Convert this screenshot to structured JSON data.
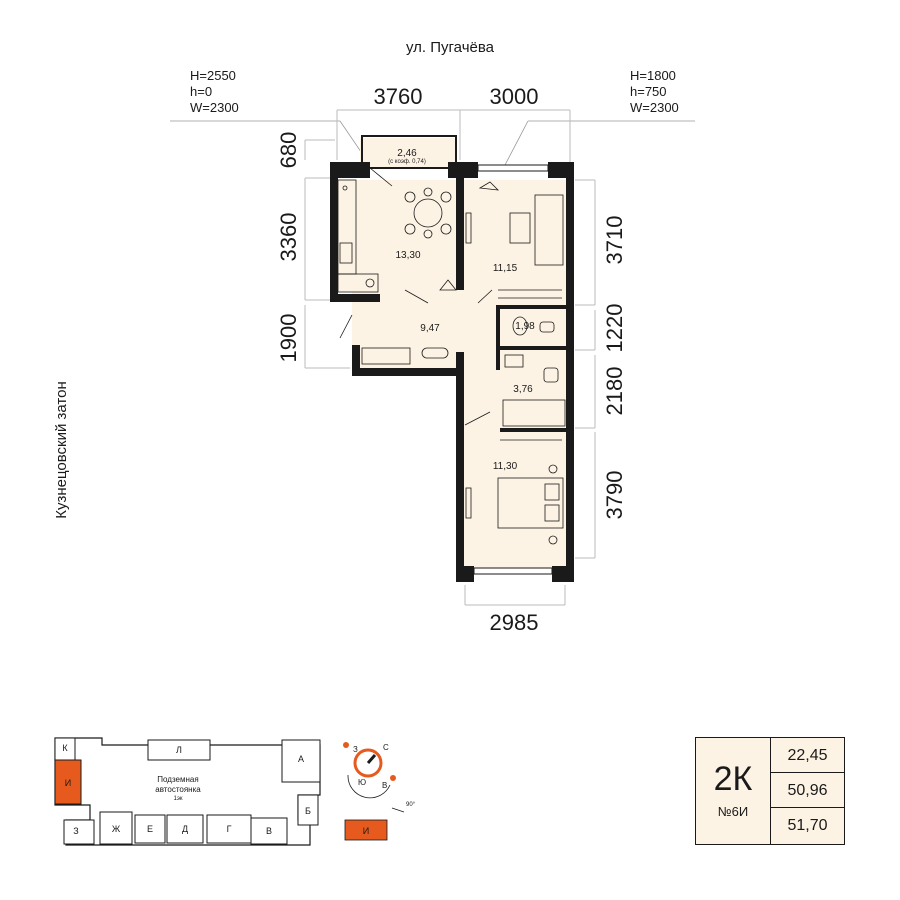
{
  "street": "ул. Пугачёва",
  "side_label": "Кузнецовский затон",
  "openings": {
    "left": [
      "H=2550",
      "h=0",
      "W=2300"
    ],
    "right": [
      "H=1800",
      "h=750",
      "W=2300"
    ]
  },
  "dimensions": {
    "top_left": "3760",
    "top_right": "3000",
    "bottom": "2985",
    "left": [
      "680",
      "3360",
      "1900"
    ],
    "right": [
      "3710",
      "1220",
      "2180",
      "3790"
    ]
  },
  "rooms": {
    "balcony": "2,46",
    "balcony_note": "(с коэф. 0,74)",
    "kitchen": "13,30",
    "living": "11,15",
    "hall": "9,47",
    "wc": "1,98",
    "bath": "3,76",
    "bedroom": "11,30"
  },
  "keyplan": {
    "parking_line1": "Подземная",
    "parking_line2": "автостоянка",
    "parking_note": "1эк",
    "blocks": [
      "К",
      "И",
      "Л",
      "А",
      "Б",
      "З",
      "Ж",
      "Е",
      "Д",
      "Г",
      "В"
    ],
    "active_block": "И",
    "active_color": "#e65a1e"
  },
  "compass": {
    "n": "С",
    "s": "Ю",
    "w": "З",
    "e": "В",
    "rotation": "90°",
    "tag": "И"
  },
  "summary": {
    "rooms": "2К",
    "number": "№6И",
    "living_area": "22,45",
    "total_area": "50,96",
    "total_with_balcony": "51,70"
  },
  "colors": {
    "wall": "#1a1a1a",
    "floor": "#fdf3e4",
    "accent": "#e65a1e"
  }
}
